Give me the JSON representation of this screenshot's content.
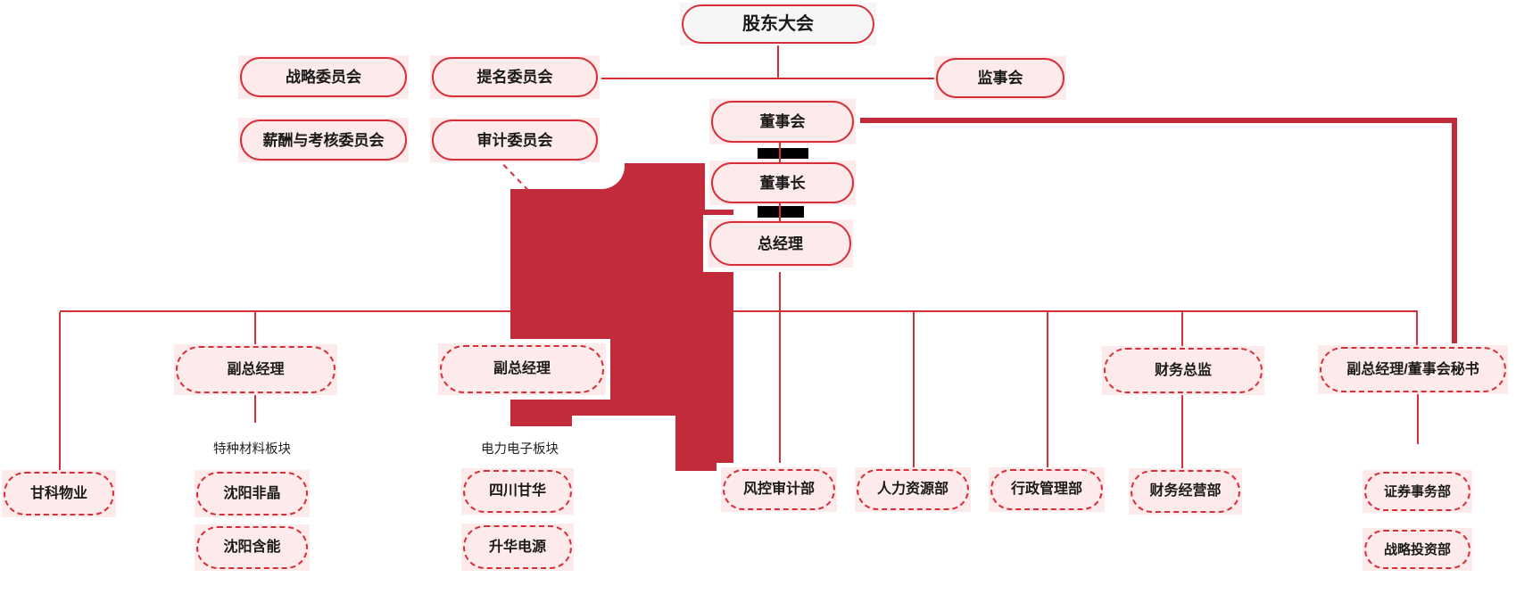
{
  "colors": {
    "border_red": "#d62f3a",
    "pill_fill_pink": "#fdeaea",
    "top_node_fill": "#f6f6f6",
    "watermark_red": "#c22b3a",
    "thick_link_red": "#c22b3a",
    "redaction_black": "#000000",
    "text": "#1a1a1a",
    "background": "#ffffff"
  },
  "nodes": {
    "shareholders_meeting": "股东大会",
    "strategy_committee": "战略委员会",
    "nomination_committee": "提名委员会",
    "remuneration_committee": "薪酬与考核委员会",
    "audit_committee": "审计委员会",
    "supervisory_board": "监事会",
    "board_of_directors": "董事会",
    "chairman": "董事长",
    "general_manager": "总经理",
    "vice_gm_left": "副总经理",
    "vice_gm_mid": "副总经理",
    "finance_director": "财务总监",
    "vice_gm_board_secretary": "副总经理/董事会秘书",
    "ganke_property": "甘科物业",
    "shenyang_feijing": "沈阳非晶",
    "shenyang_hanneng": "沈阳含能",
    "sichuan_ganhua": "四川甘华",
    "shenghua_power": "升华电源",
    "risk_audit_dept": "风控审计部",
    "hr_dept": "人力资源部",
    "admin_dept": "行政管理部",
    "finance_operation_dept": "财务经营部",
    "securities_dept": "证券事务部",
    "strategic_investment_dept": "战略投资部"
  },
  "group_labels": {
    "special_materials": "特种材料板块",
    "power_electronics": "电力电子板块"
  }
}
